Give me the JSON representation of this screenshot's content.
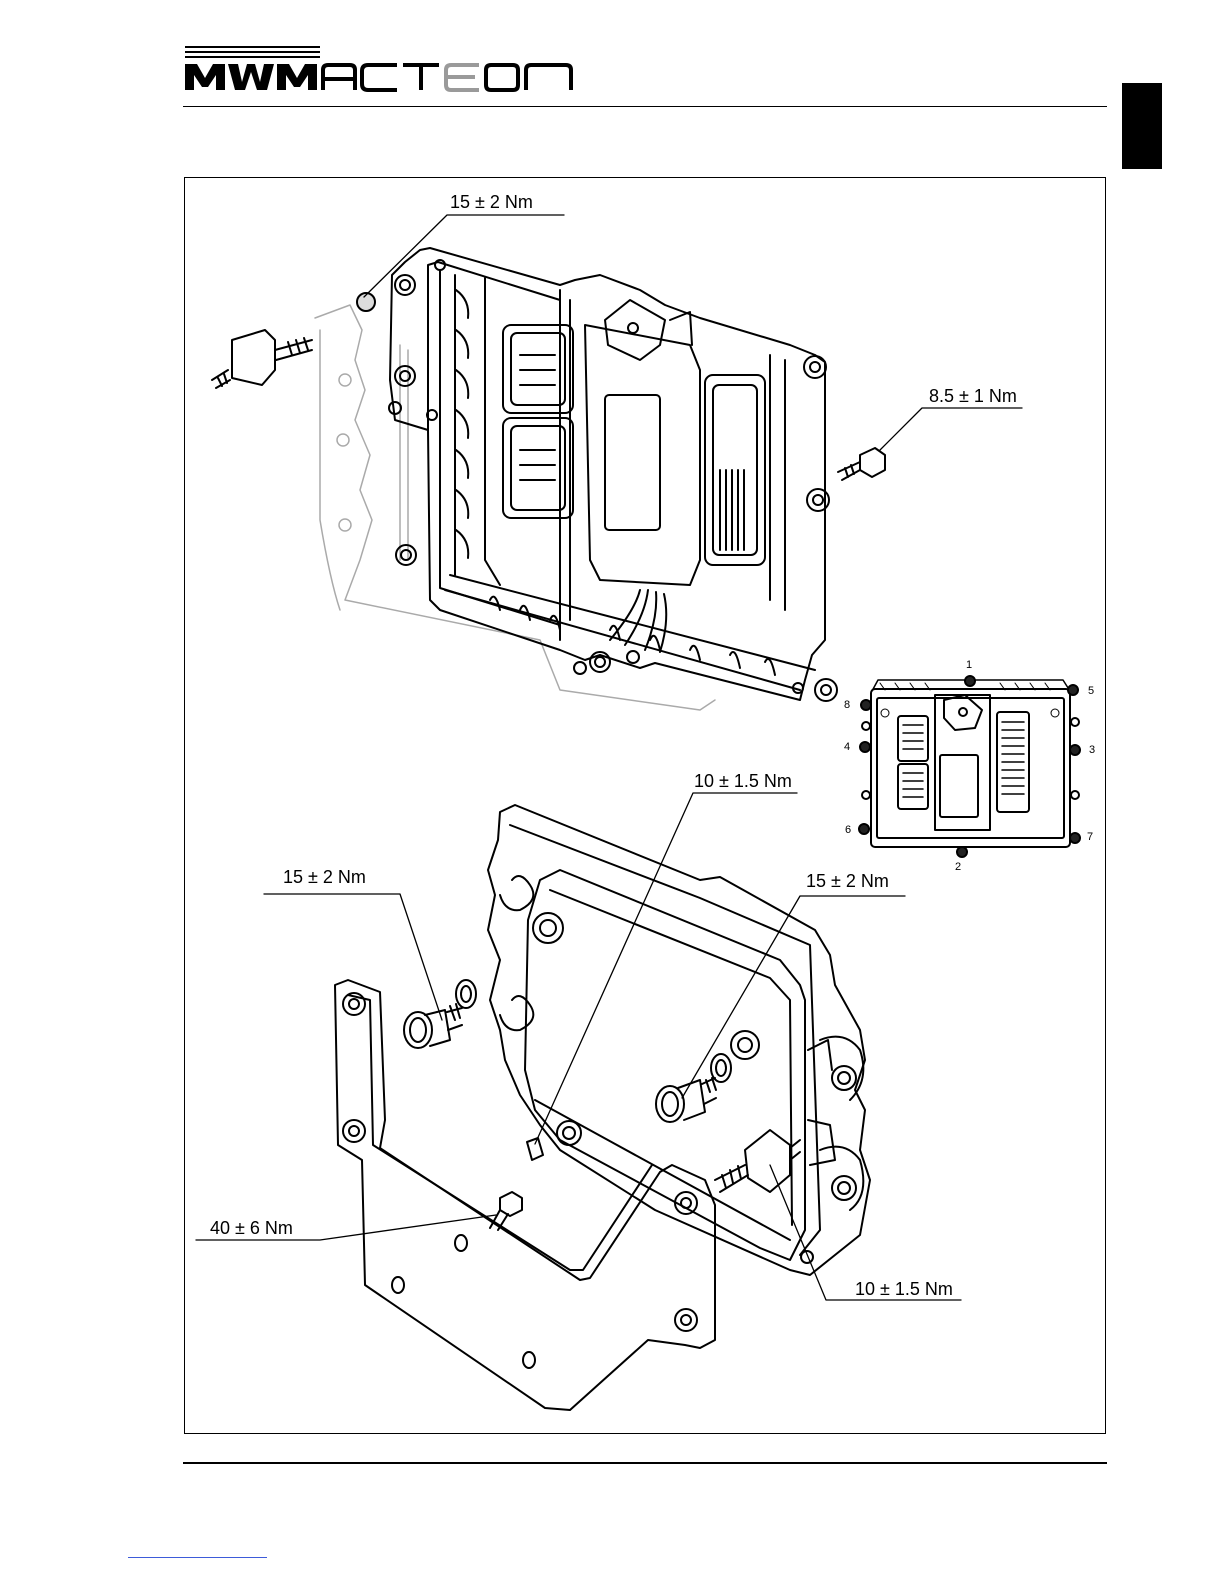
{
  "header": {
    "logo_text": "MWMACTEON"
  },
  "figure": {
    "torque_labels": {
      "top_left": "15 ± 2 Nm",
      "top_right": "8.5 ± 1 Nm",
      "mid_center": "10 ± 1.5 Nm",
      "mid_left": "15 ± 2 Nm",
      "mid_right": "15 ± 2 Nm",
      "bottom_left": "40 ± 6 Nm",
      "bottom_right": "10 ± 1.5 Nm"
    },
    "tightening_sequence": [
      "1",
      "2",
      "3",
      "4",
      "5",
      "6",
      "7",
      "8"
    ]
  },
  "colors": {
    "ink": "#000000",
    "frame_border": "#000000",
    "logo_gray": "#9a9a9a",
    "link_blue": "#3d5bd9"
  }
}
